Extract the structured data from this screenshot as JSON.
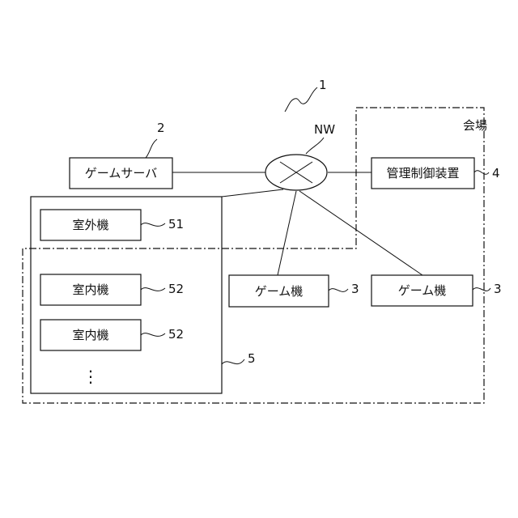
{
  "figure": {
    "ref_number": "1",
    "network_label": "NW",
    "venue_label": "会場"
  },
  "nodes": {
    "game_server": {
      "label": "ゲームサーバ",
      "ref": "2"
    },
    "management_control": {
      "label": "管理制御装置",
      "ref": "4"
    },
    "outdoor_unit": {
      "label": "室外機",
      "ref": "51"
    },
    "indoor_unit_1": {
      "label": "室内機",
      "ref": "52"
    },
    "indoor_unit_2": {
      "label": "室内機",
      "ref": "52"
    },
    "continuation": {
      "label": "⋮"
    },
    "game_machine_1": {
      "label": "ゲーム機",
      "ref": "3"
    },
    "game_machine_2": {
      "label": "ゲーム機",
      "ref": "3"
    },
    "air_conditioner_group": {
      "ref": "5"
    }
  },
  "colors": {
    "line": "#111111",
    "background": "#ffffff"
  }
}
